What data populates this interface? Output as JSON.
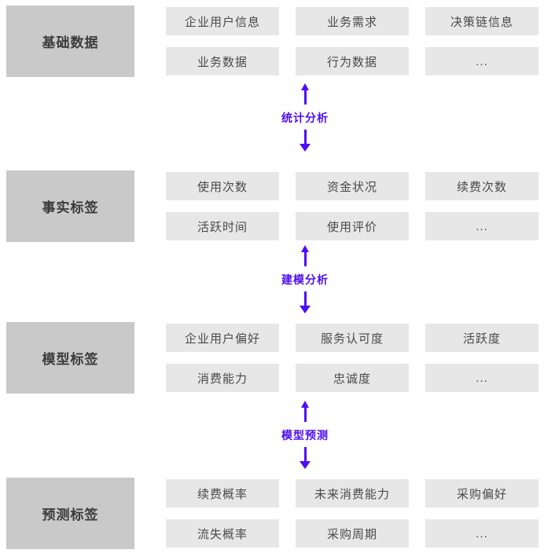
{
  "colors": {
    "accent": "#4f0ef2",
    "section_bg": "#c9c9c9",
    "item_bg": "#e7e7e7",
    "section_text": "#3b3b3b",
    "item_text": "#4a4a4a"
  },
  "sections": [
    {
      "label": "基础数据",
      "items": [
        "企业用户信息",
        "业务需求",
        "决策链信息",
        "业务数据",
        "行为数据",
        "..."
      ]
    },
    {
      "label": "事实标签",
      "items": [
        "使用次数",
        "资金状况",
        "续费次数",
        "活跃时间",
        "使用评价",
        "..."
      ]
    },
    {
      "label": "模型标签",
      "items": [
        "企业用户偏好",
        "服务认可度",
        "活跃度",
        "消费能力",
        "忠诚度",
        "..."
      ]
    },
    {
      "label": "预测标签",
      "items": [
        "续费概率",
        "未来消费能力",
        "采购偏好",
        "流失概率",
        "采购周期",
        "..."
      ]
    }
  ],
  "connectors": [
    {
      "label": "统计分析"
    },
    {
      "label": "建模分析"
    },
    {
      "label": "模型预测"
    }
  ]
}
